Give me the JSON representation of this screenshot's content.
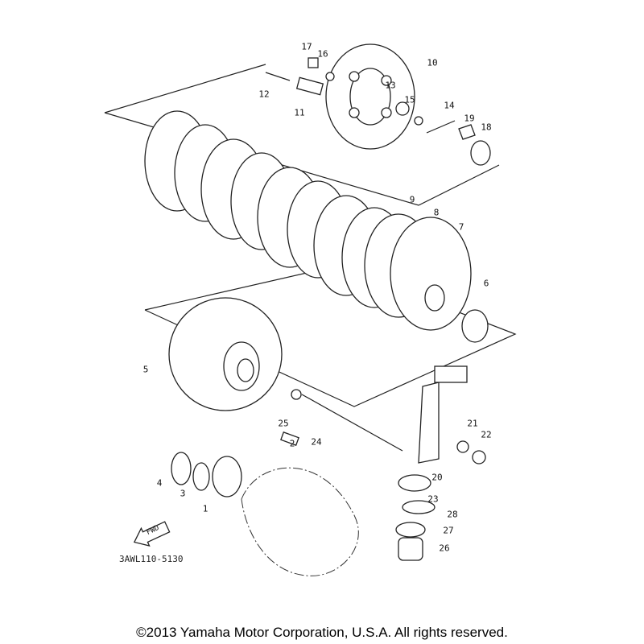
{
  "diagram": {
    "callouts": [
      {
        "n": "17"
      },
      {
        "n": "16"
      },
      {
        "n": "10"
      },
      {
        "n": "12"
      },
      {
        "n": "11"
      },
      {
        "n": "13"
      },
      {
        "n": "15"
      },
      {
        "n": "14"
      },
      {
        "n": "19"
      },
      {
        "n": "18"
      },
      {
        "n": "9"
      },
      {
        "n": "8"
      },
      {
        "n": "7"
      },
      {
        "n": "6"
      },
      {
        "n": "5"
      },
      {
        "n": "25"
      },
      {
        "n": "24"
      },
      {
        "n": "2"
      },
      {
        "n": "21"
      },
      {
        "n": "22"
      },
      {
        "n": "20"
      },
      {
        "n": "4"
      },
      {
        "n": "3"
      },
      {
        "n": "1"
      },
      {
        "n": "23"
      },
      {
        "n": "28"
      },
      {
        "n": "27"
      },
      {
        "n": "26"
      }
    ],
    "fwd_label": "FWD",
    "drawing_code": "3AWL110-5130"
  },
  "footer": {
    "copyright": "©2013 Yamaha Motor Corporation, U.S.A. All rights reserved."
  }
}
